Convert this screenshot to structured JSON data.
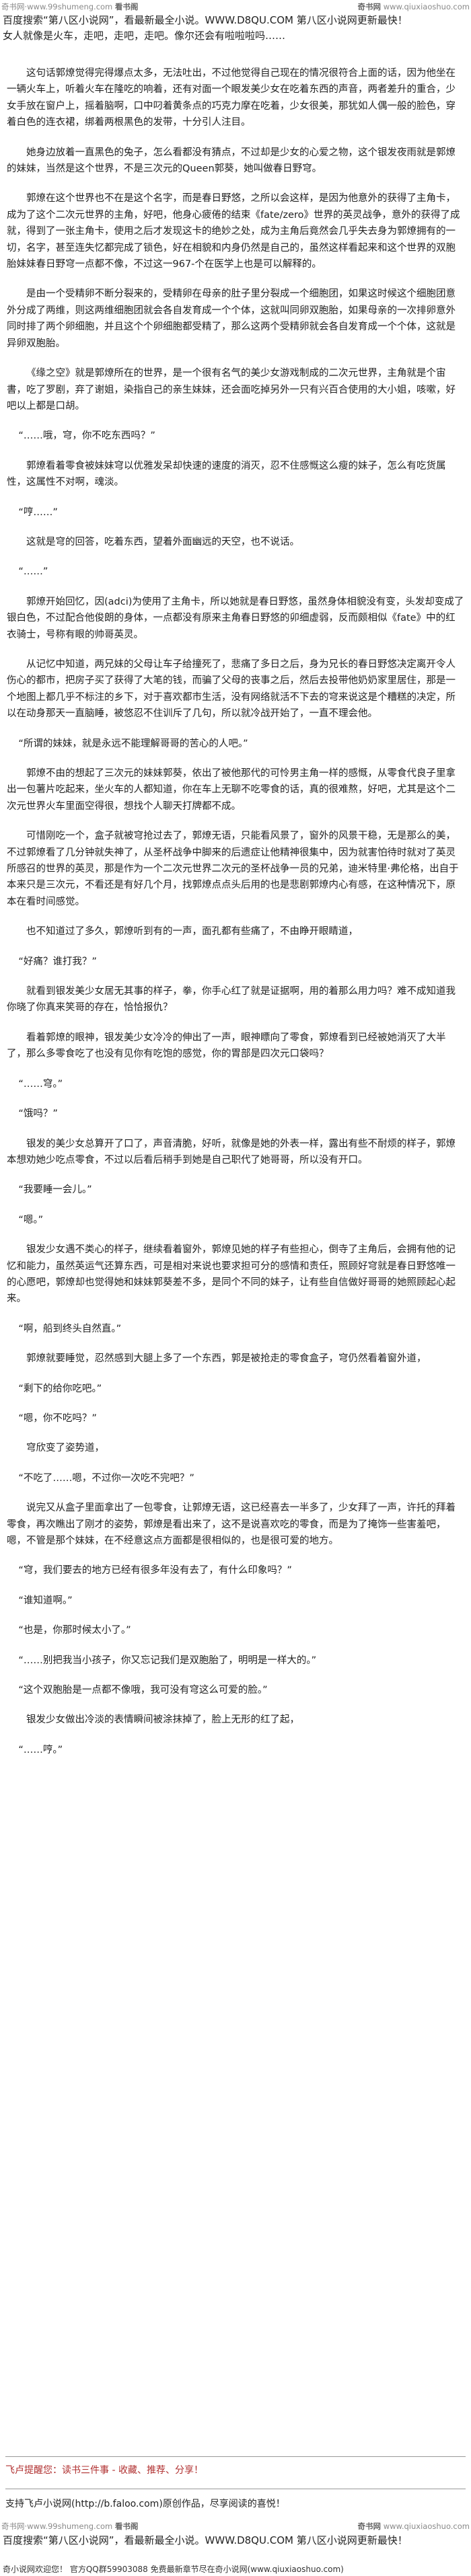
{
  "watermark": {
    "left_prefix": "奇书网·www.99shumeng.com",
    "left_brand": "看书阁",
    "right_brand": "奇书网",
    "right_url": "www.qiuxiaoshuo.com"
  },
  "header": {
    "line1": "百度搜索“第八区小说网”，看最新最全小说。WWW.D8QU.COM  第八区小说网更新最快！",
    "line2": "女人就像是火车，走吧，走吧，走吧。像尔还会有啦啦啦吗……"
  },
  "paragraphs": [
    "这句话郭燎觉得完得爆点太多，无法吐出，不过他觉得自己现在的情况很符合上面的话，因为他坐在一辆火车上，听着火车在隆吃的响着，还有对面一个眼发美少女在吃着东西的声音，两者差升的重合，少女手放在窗户上，摇着脑啊，口中叼着黄条点的巧克力摩在吃着，少女很美，那犹如人偶一般的脸色，穿着白色的连衣裙，绑着两根黑色的发带，十分引人注目。",
    "她身边放着一直黑色的兔子，怎么看都没有猜点，不过却是少女的心爱之物，这个银发夜雨就是郭燎的妹妹，当然是这个世界，不是三次元的Queen郭葵，她叫做春日野穹。",
    "郭燎在这个世界也不在是这个名字，而是春日野悠，之所以会这样，是因为他意外的获得了主角卡，成为了这个二次元世界的主角，好吧，他身心疲倦的结束《fate/zero》世界的英灵战争，意外的获得了成就，得到了一张主角卡，使用之后才发现这卡的绝妙之处，成为主角后竟然会几乎失去身为郭燎拥有的一切，名字，甚至连失忆都完成了锁色，好在相貌和内身仍然是自己的，虽然这样看起来和这个世界的双胞胎妹妹春日野穹一点都不像，不过这一967-个在医学上也是可以解释的。",
    "是由一个受精卵不断分裂来的，受精卵在母亲的肚子里分裂成一个细胞团，如果这时候这个细胞团意外分成了两维，则这两维细胞团就会各自发育成一个个体，这就叫同卵双胞胎，如果母亲的一次排卵意外同时排了两个卵细胞，并且这个个卵细胞都受精了，那么这两个受精卵就会各自发育成一个个体，这就是异卵双胞胎。",
    "《缘之空》就是郭燎所在的世界，是一个很有名气的美少女游戏制成的二次元世界，主角就是个宙書，吃了罗剧，弃了谢姐，染指自己的亲生妹妹，还会面吃掉另外一只有兴百合使用的大小姐，咳嗽，好吧以上都是口胡。",
    "“……哦，穹，你不吃东西吗？”",
    "郭燎看着零食被妹妹穹以优雅发呆却快速的速度的消灭，忍不住感慨这么瘦的妹子，怎么有吃货属性，这属性不对啊，魂淡。",
    "“哼……”",
    "这就是穹的回答，吃着东西，望着外面幽远的天空，也不说话。",
    "“……”",
    "郭燎开始回忆，因(adci)为使用了主角卡，所以她就是春日野悠，虽然身体相貌没有变，头发却变成了银白色，不过配合他俊朗的身体，一点都没有原来主角春日野悠的卯细虚弱，反而颇相似《fate》中的红衣骑士，号称有眼的帅哥英灵。",
    "从记忆中知道，两兄妹的父母让车子给撞死了，悲痛了多日之后，身为兄长的春日野悠决定离开令人伤心的都市，把房子买了获得了大笔的钱，而骗了父母的丧事之后，然后去投带他奶奶家里居住，那是一个地图上都几乎不标注的乡下，对于喜欢都市生活，没有网络就活不下去的穹来说这是个糟糕的决定，所以在动身那天一直脑睡，被悠忍不住训斥了几句，所以就冷战开始了，一直不理会他。",
    "“所谓的妹妹，就是永远不能理解哥哥的苦心的人吧。”",
    "郭燎不由的想起了三次元的妹妹郭葵，依出了被他那代的可怜男主角一样的感慨，从零食代良子里拿出一包薯片吃起来，坐火车的人都知道，你在车上无聊不吃零食的话，真的很难熬，好吧，尤其是这个二次元世界火车里面空得很，想找个人聊天打牌都不成。",
    "可惜刚吃一个，盒子就被穹抢过去了，郭燎无语，只能看风景了，窗外的风景干稳，无是那么的美，不过郭燎看了几分钟就失神了，从圣杯战争中脚来的后遗症让他精神很集中，因为就害怕待时就对了英灵所感召的世界的英灵，那是作为一个二次元世界二次元的圣杯战争一员的兄弟，迪米特里·弗伦格，出自于本来只是三次元，不看还是有好几个月，找郭燎点点头后用的也是悲剧郭燎内心有感，在这种情况下，原本在看时间感觉。",
    "也不知道过了多久，郭燎听到有的一声，面孔都有些痛了，不由睁开眼睛道，",
    "“好痛？谁打我？”",
    "就看到银发美少女居无其事的样子，拳，你手心红了就是证据啊，用的着那么用力吗？难不成知道我你晓了你真来笑哥的存在，恰恰报仇？",
    "看着郭燎的眼神，银发美少女冷冷的伸出了一声，眼神瞟向了零食，郭燎看到已经被她消灭了大半了，那么多零食吃了也没有见你有吃饱的感觉，你的胃部是四次元口袋吗？",
    "“……穹。”",
    "“饿吗？”",
    "银发的美少女总算开了口了，声音清脆，好听，就像是她的外表一样，露出有些不耐烦的样子，郭燎本想劝她少吃点零食，不过以后看后稍手到她是自己职代了她哥哥，所以没有开口。",
    "“我要睡一会儿。”",
    "“嗯。”",
    "银发少女遇不类心的样子，继续看着窗外，郭燎见她的样子有些担心，倒寺了主角后，会拥有他的记忆和能力，虽然英运气还算东西，可是相对来说也要求担可分的感情和责任，照顾好穹就是春日野悠唯一的心愿吧，郭燎却也觉得她和妹妹郭葵差不多，是同个不同的妹子，让有些自信做好哥哥的她照顾起心起来。",
    "“啊，船到终头自然直。”",
    "郭燎就要睡觉，忍然感到大腿上多了一个东西，郭是被抢走的零食盒子，穹仍然看着窗外道，",
    "“剩下的给你吃吧。”",
    "“嗯，你不吃吗？”",
    "穹欣变了姿势道，",
    "“不吃了……嗯，不过你一次吃不完吧？”",
    "说完又从盒子里面拿出了一包零食，让郭燎无语，这已经喜去一半多了，少女拜了一声，许托的拜着零食，再次瞧出了刚才的姿势，郭燎是看出来了，这不是说喜欢吃的零食，而是为了掩饰一些害羞吧，嗯，不管是那个妹妹，在不经意这点方面都是很相似的，也是很可爱的地方。",
    "“穹，我们要去的地方已经有很多年没有去了，有什么印象吗？”",
    "“谁知道啊。”",
    "“也是，你那时候太小了。”",
    "“……别把我当小孩子，你又忘记我们是双胞胎了，明明是一样大的。”",
    "“这个双胞胎是一点都不像哦，我可没有穹这么可爱的脸。”",
    "银发少女做出冷淡的表情瞬间被涂抹掉了，脸上无形的红了起，",
    "“……哼。”"
  ],
  "footer": {
    "note": "飞卢提醒您：读书三件事 - 收藏、推荐、分享！",
    "support_text": "支持飞卢小说网(http://b.faloo.com)原创作品，尽享阅读的喜悦！",
    "banner_left": "百度搜索“第八区小说网”，看最新最全小说。WWW.D8QU.COM  第八区小说网更新最快！",
    "bottom": "奇小说网欢迎您！  官方QQ群59903088 免费最新章节尽在奇小说网(www.qiuxiaoshuo.com)"
  }
}
